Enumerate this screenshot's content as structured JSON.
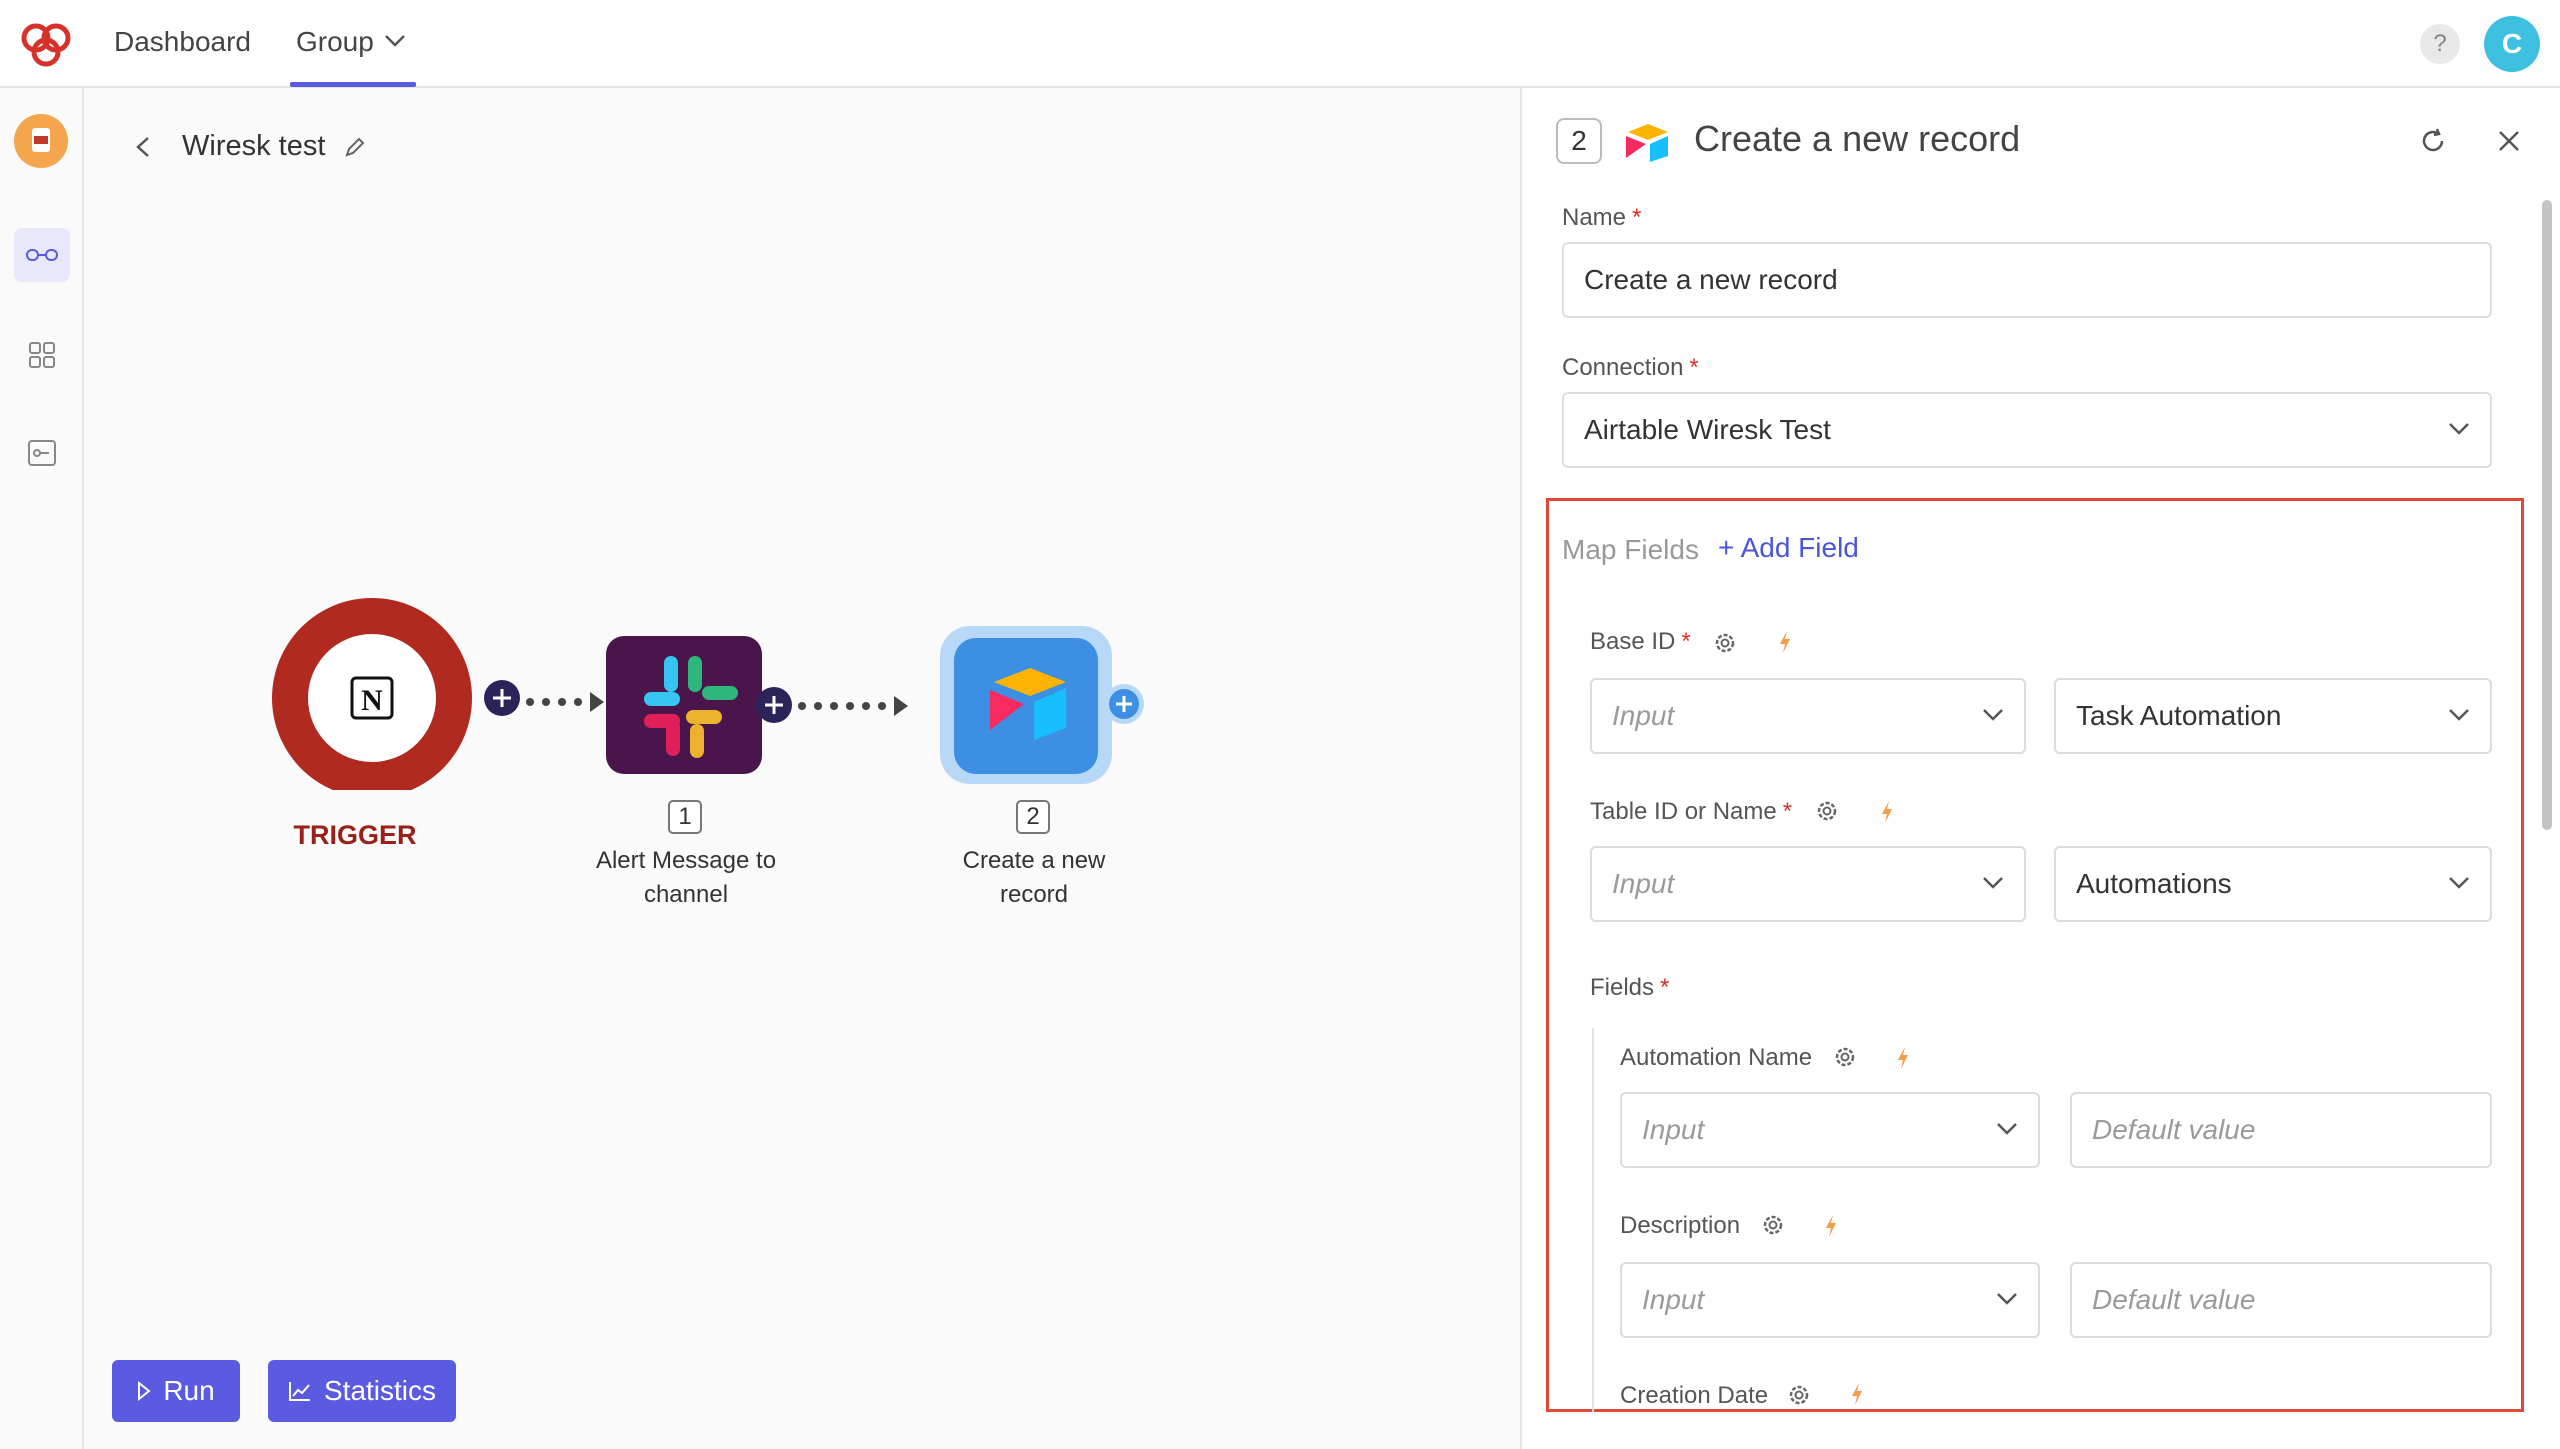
{
  "nav": {
    "dashboard": "Dashboard",
    "group": "Group",
    "help": "?",
    "user_initial": "C",
    "accent": "#5a5be0"
  },
  "canvas": {
    "flow_title": "Wiresk test",
    "trigger_label": "TRIGGER",
    "node1": {
      "number": "1",
      "label_line1": "Alert Message to",
      "label_line2": "channel"
    },
    "node2": {
      "number": "2",
      "label_line1": "Create a new",
      "label_line2": "record"
    },
    "run_button": "Run",
    "statistics_button": "Statistics"
  },
  "panel": {
    "step_number": "2",
    "title": "Create a new record",
    "name_label": "Name",
    "name_value": "Create a new record",
    "connection_label": "Connection",
    "connection_value": "Airtable Wiresk Test",
    "map_fields_title": "Map Fields",
    "add_field": "+ Add Field",
    "base_id_label": "Base ID",
    "base_id_input": "Input",
    "base_id_value": "Task Automation",
    "table_label": "Table ID or Name",
    "table_input": "Input",
    "table_value": "Automations",
    "fields_label": "Fields",
    "automation_name_label": "Automation Name",
    "automation_name_input": "Input",
    "automation_name_default": "Default value",
    "description_label": "Description",
    "description_input": "Input",
    "description_default": "Default value",
    "creation_date_label": "Creation Date",
    "required_mark": "*"
  }
}
